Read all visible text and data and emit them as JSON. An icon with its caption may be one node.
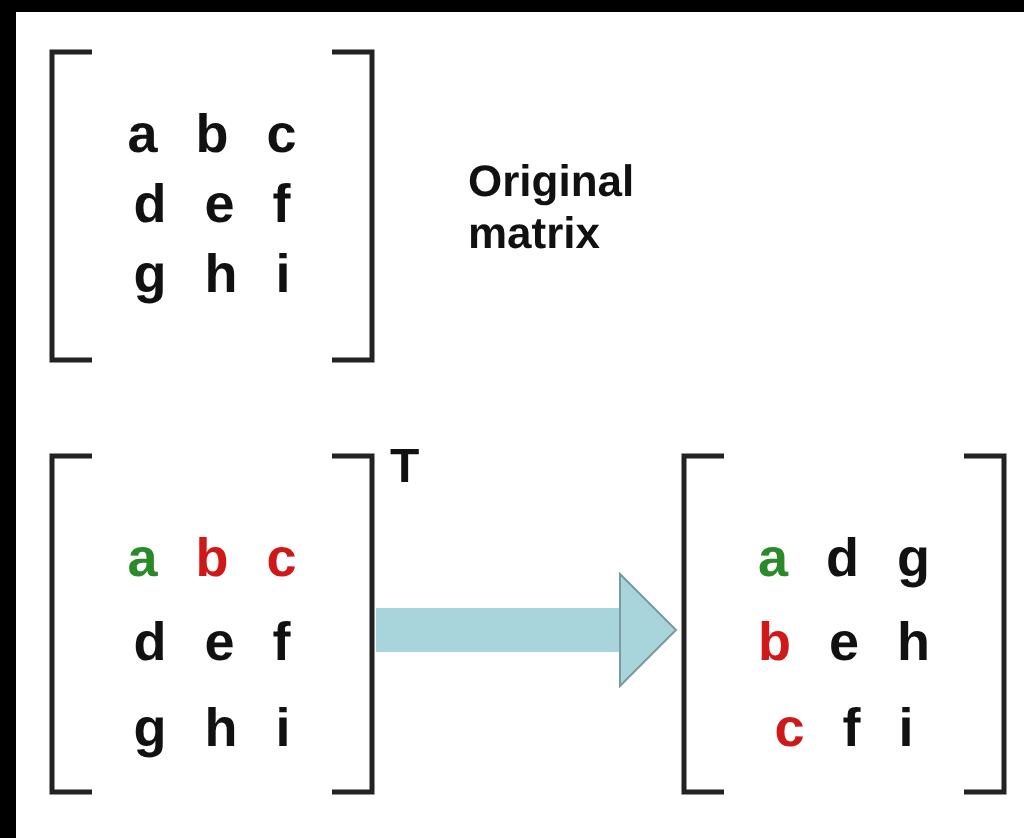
{
  "diagram": {
    "nodes": [
      {
        "text": [
          "a b c",
          "d e f",
          "g h i"
        ],
        "beside": [
          "Original matrix"
        ]
      },
      {
        "text": [
          "a b c",
          "d e f",
          "g h i"
        ],
        "beside": [
          "T"
        ]
      },
      {
        "text": [
          "a d g",
          "b e h",
          "c f i"
        ]
      }
    ],
    "edges": [
      {
        "from": 1,
        "to": 2,
        "arrow": "to"
      }
    ]
  }
}
